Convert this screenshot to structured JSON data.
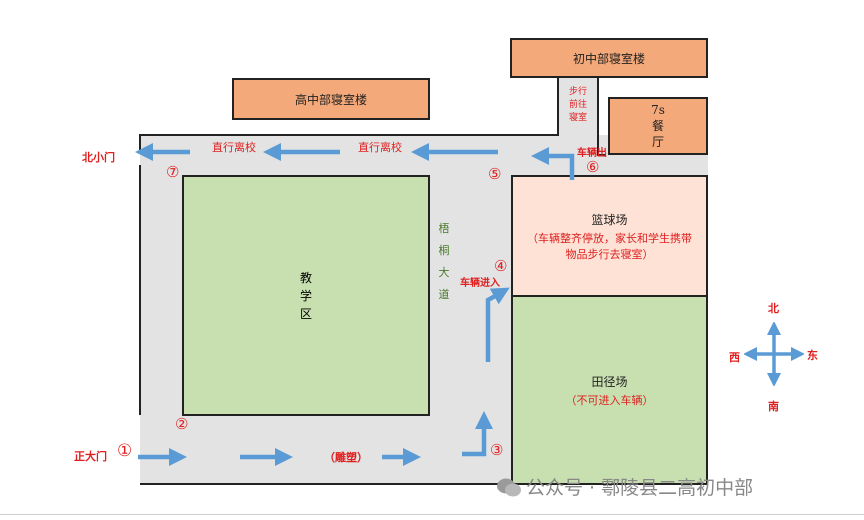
{
  "buildings": {
    "junior_dorm": "初中部寝室楼",
    "senior_dorm": "高中部寝室楼",
    "canteen": [
      "7s",
      "餐",
      "厅"
    ]
  },
  "zones": {
    "teaching": [
      "教",
      "学",
      "区"
    ],
    "basketball": {
      "title": "篮球场",
      "note1": "（车辆整齐停放，家长和学生携带",
      "note2": "物品步行去寝室）"
    },
    "track": {
      "title": "田径场",
      "note": "（不可进入车辆）"
    }
  },
  "road_labels": {
    "avenue": [
      "梧",
      "桐",
      "大",
      "道"
    ],
    "walk": [
      "步行",
      "前往",
      "寝室"
    ],
    "straight_leave_1": "直行离校",
    "straight_leave_2": "直行离校",
    "statue": "（雕塑）"
  },
  "gates": {
    "north_small_gate": "北小门",
    "main_gate": "正大门"
  },
  "vehicle_labels": {
    "enter": "车辆进入",
    "exit": "车辆出"
  },
  "markers": [
    "①",
    "②",
    "③",
    "④",
    "⑤",
    "⑥",
    "⑦"
  ],
  "compass": {
    "north": "北",
    "south": "南",
    "east": "东",
    "west": "西"
  },
  "watermark": "公众号 · 鄠陵县二高初中部",
  "colors": {
    "building": "#f4a97a",
    "green": "#c8e0b0",
    "court": "#fde2d5",
    "road": "#e3e3e3",
    "arrow": "#5b9bd5",
    "label": "#e02020"
  }
}
